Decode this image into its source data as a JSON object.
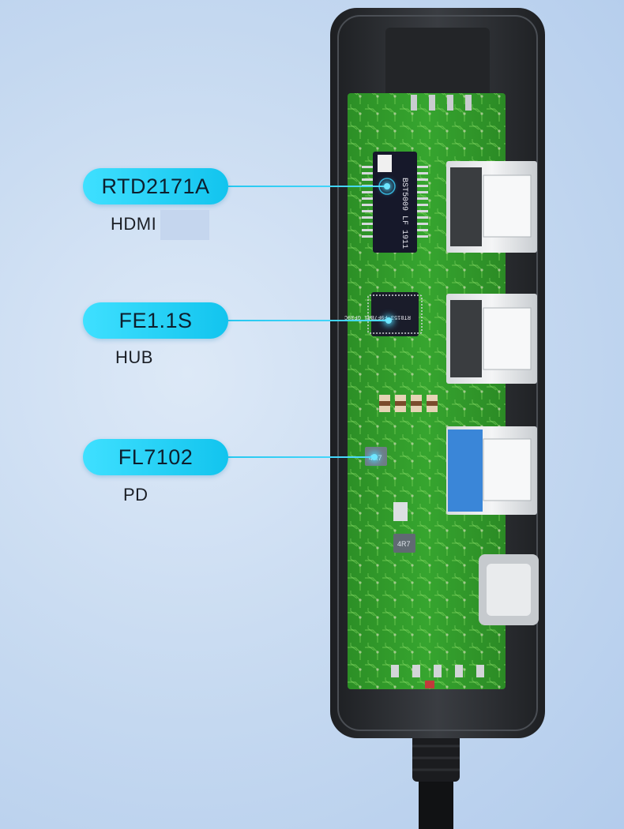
{
  "callouts": [
    {
      "chip": "RTD2171A",
      "function": "HDMI"
    },
    {
      "chip": "FE1.1S",
      "function": "HUB"
    },
    {
      "chip": "FL7102",
      "function": "PD"
    }
  ],
  "chip_markings": {
    "hdmi_chip": "BST5009 LF 1911",
    "hub_chip": "RT8153 F9F7BA1 GF39C",
    "inductor_1": "4R7",
    "inductor_2": "4R7"
  },
  "colors": {
    "callout_fill": "#1fd0f5",
    "pcb_green": "#2f9a2a",
    "housing": "#2a2d31",
    "usb3_blue": "#3a86d8"
  }
}
